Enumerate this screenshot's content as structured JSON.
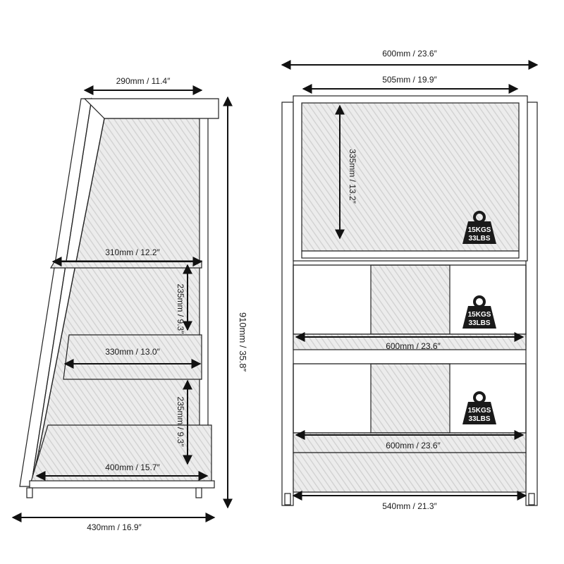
{
  "side_view": {
    "top_width": "290mm / 11.4″",
    "shelf1_width": "310mm / 12.2″",
    "gap1_height": "235mm / 9.3″",
    "shelf2_width": "330mm / 13.0″",
    "gap2_height": "235mm / 9.3″",
    "base_width": "400mm / 15.7″",
    "overall_depth": "430mm / 16.9″",
    "overall_height": "910mm / 35.8″"
  },
  "front_view": {
    "overall_width": "600mm / 23.6″",
    "top_inner_width": "505mm / 19.9″",
    "top_inner_height": "335mm / 13.2″",
    "shelf1_width": "600mm / 23.6″",
    "shelf2_width": "600mm / 23.6″",
    "base_width": "540mm / 21.3″"
  },
  "load_badges": [
    {
      "kgs": "15KGS",
      "lbs": "33LBS"
    },
    {
      "kgs": "15KGS",
      "lbs": "33LBS"
    },
    {
      "kgs": "15KGS",
      "lbs": "33LBS"
    }
  ],
  "colors": {
    "line": "#222222",
    "badge": "#1a1a1a",
    "panel": "#e6e6e6"
  },
  "icons": [
    "weight-icon",
    "arrow-icon"
  ]
}
